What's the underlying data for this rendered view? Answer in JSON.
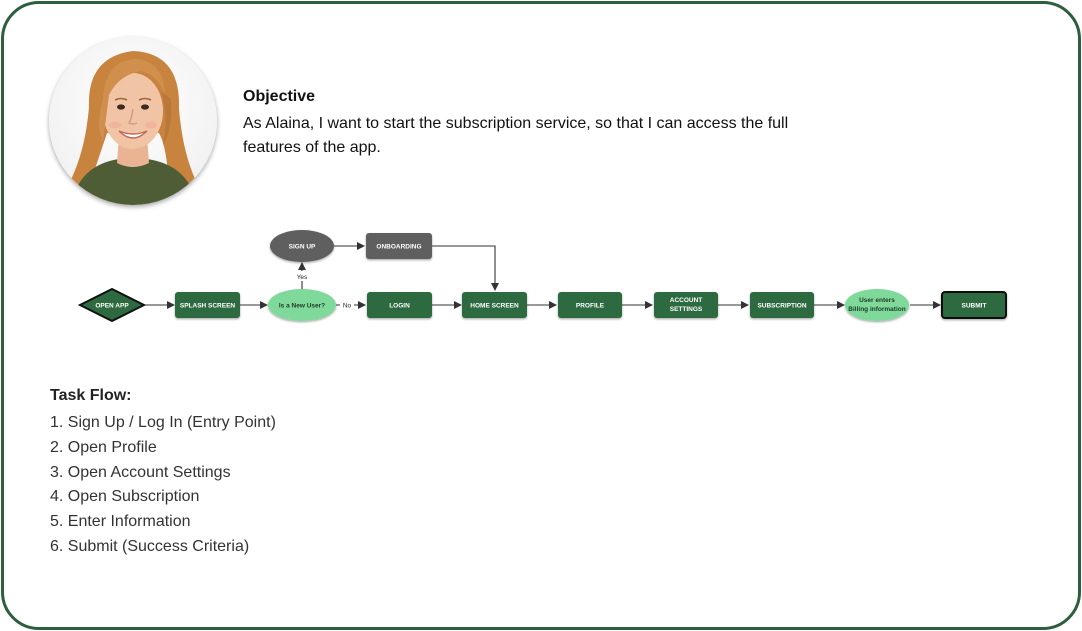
{
  "objective": {
    "title": "Objective",
    "text": "As Alaina, I want to start the subscription service, so that I can access the full features of the app."
  },
  "flow": {
    "nodes": {
      "open_app": "OPEN APP",
      "splash_screen": "SPLASH SCREEN",
      "is_new_user": "Is a New User?",
      "sign_up": "SIGN UP",
      "onboarding": "ONBOARDING",
      "login": "LOGIN",
      "home_screen": "HOME SCREEN",
      "profile": "PROFILE",
      "account_settings_line1": "ACCOUNT",
      "account_settings_line2": "SETTINGS",
      "subscription": "SUBSCRIPTION",
      "billing_line1": "User enters",
      "billing_line2": "Billing information",
      "submit": "SUBMIT"
    },
    "edge_labels": {
      "yes": "Yes",
      "no": "No"
    }
  },
  "task_flow": {
    "title": "Task Flow:",
    "items": [
      "1. Sign Up / Log In (Entry Point)",
      "2. Open Profile",
      "3. Open Account Settings",
      "4. Open Subscription",
      "5. Enter Information",
      "6. Submit (Success Criteria)"
    ]
  },
  "colors": {
    "border": "#2d5e3e",
    "dark_green": "#2d6a3f",
    "light_green": "#7fd99a",
    "gray": "#5f5f5f"
  }
}
